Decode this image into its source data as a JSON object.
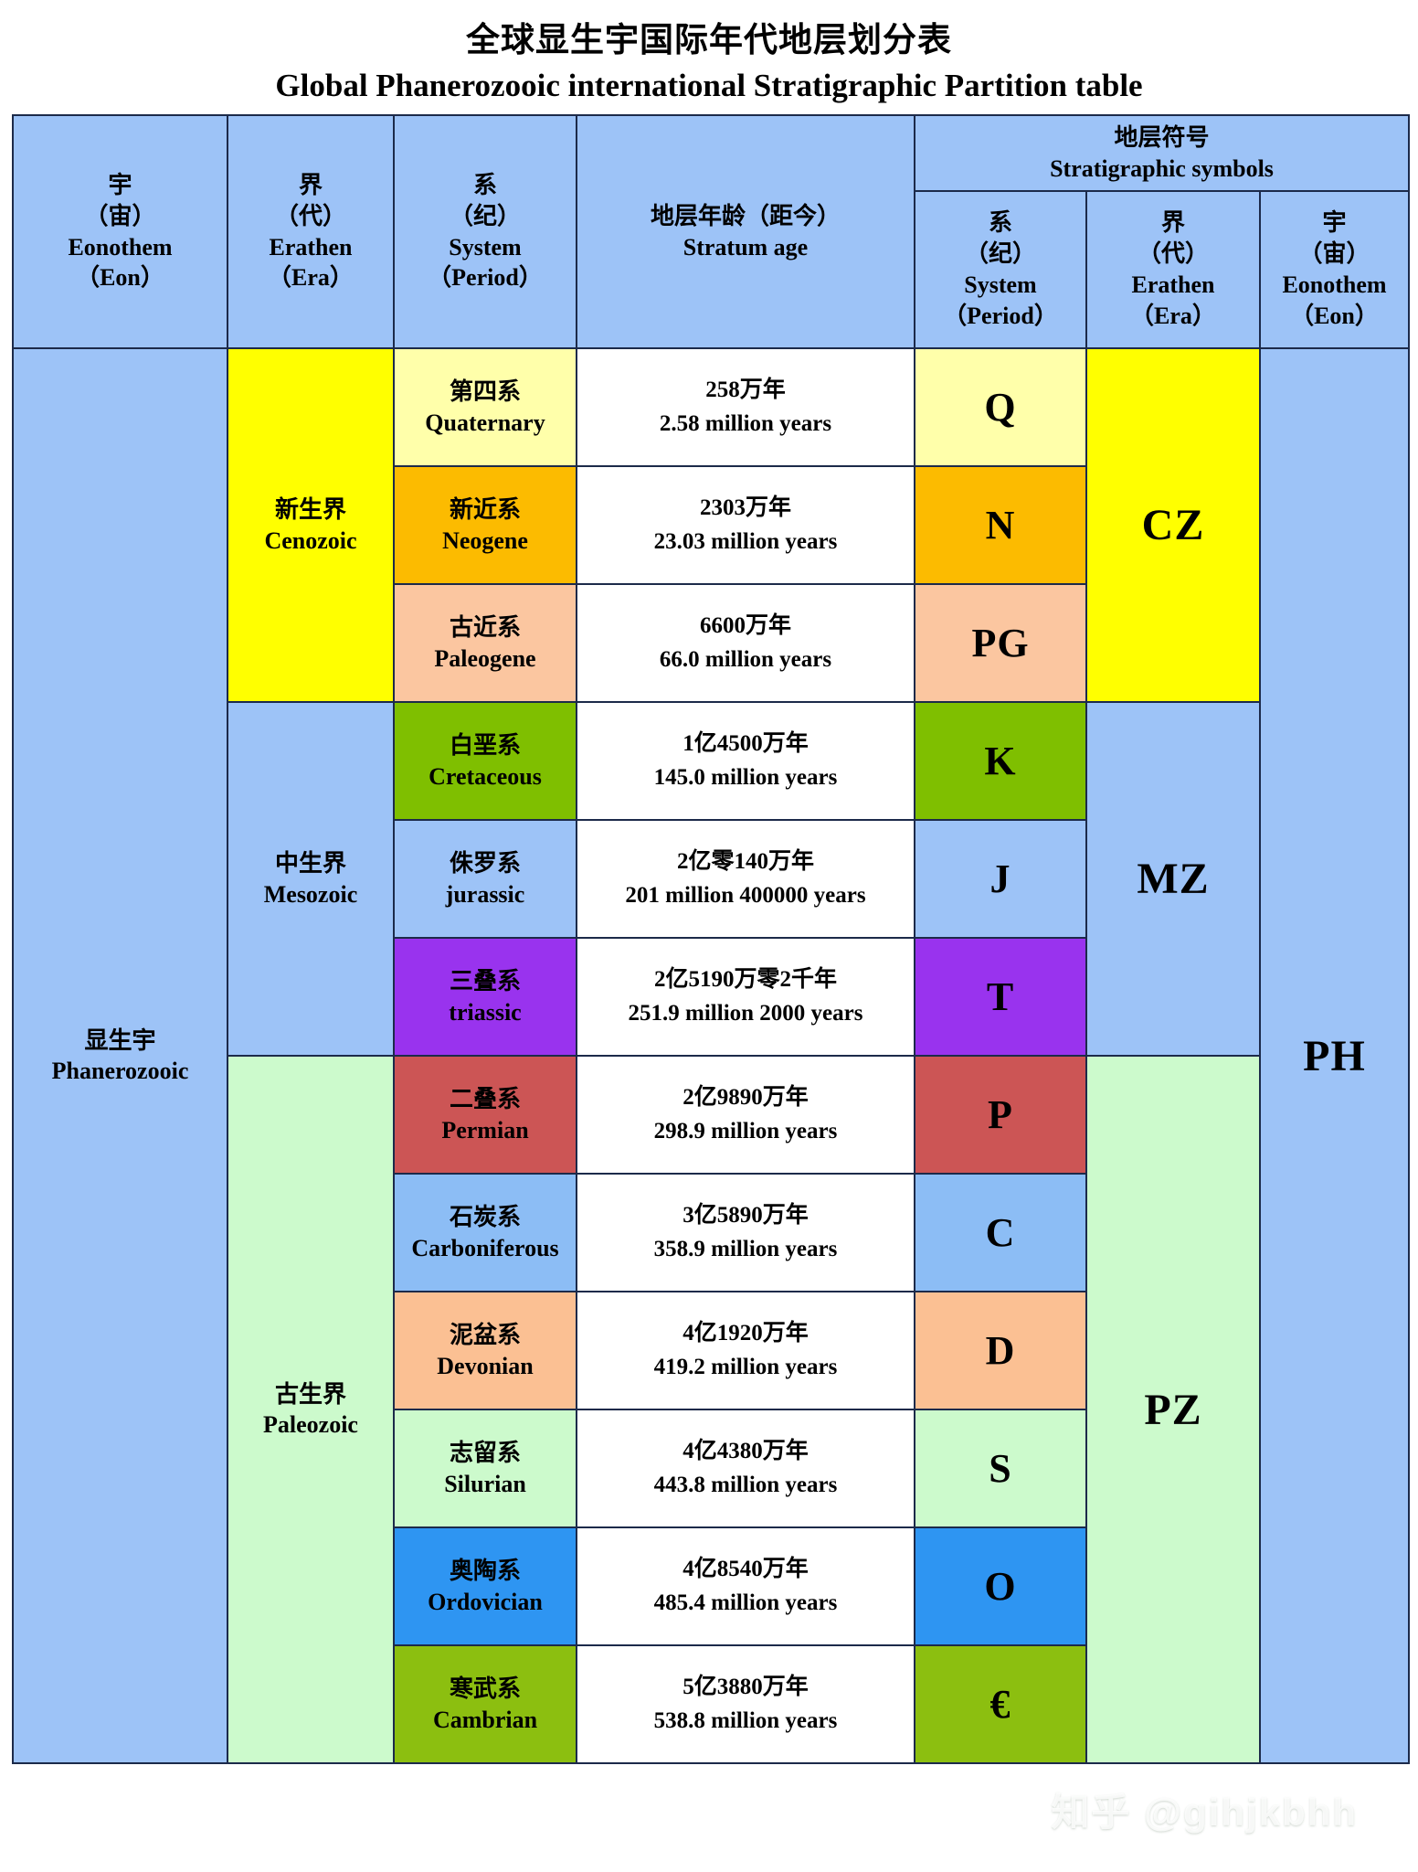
{
  "title": {
    "cn": "全球显生宇国际年代地层划分表",
    "en": "Global Phanerozooic international Stratigraphic Partition table"
  },
  "header": {
    "eonothem": {
      "cn": "宇",
      "cn_alt": "（宙）",
      "en": "Eonothem",
      "en_alt": "（Eon）"
    },
    "erathen": {
      "cn": "界",
      "cn_alt": "（代）",
      "en": "Erathen",
      "en_alt": "（Era）"
    },
    "system": {
      "cn": "系",
      "cn_alt": "（纪）",
      "en": "System",
      "en_alt": "（Period）"
    },
    "stratum_age": {
      "cn": "地层年龄（距今）",
      "en": "Stratum age"
    },
    "symbols_group": {
      "cn": "地层符号",
      "en": "Stratigraphic symbols"
    },
    "sym_system": {
      "cn": "系",
      "cn_alt": "（纪）",
      "en": "System",
      "en_alt": "（Period）"
    },
    "sym_erathen": {
      "cn": "界",
      "cn_alt": "（代）",
      "en": "Erathen",
      "en_alt": "（Era）"
    },
    "sym_eonothem": {
      "cn": "宇",
      "cn_alt": "（宙）",
      "en": "Eonothem",
      "en_alt": "（Eon）"
    }
  },
  "eon": {
    "cn": "显生宇",
    "en": "Phanerozooic",
    "symbol": "PH",
    "color": "#9dc3f7",
    "symbol_color": "#9dc3f7"
  },
  "eras": [
    {
      "cn": "新生界",
      "en": "Cenozoic",
      "symbol": "CZ",
      "color": "#ffff00",
      "symbol_color": "#ffff00",
      "span": 3
    },
    {
      "cn": "中生界",
      "en": "Mesozoic",
      "symbol": "MZ",
      "color": "#9dc3f7",
      "symbol_color": "#9dc3f7",
      "span": 3
    },
    {
      "cn": "古生界",
      "en": "Paleozoic",
      "symbol": "PZ",
      "color": "#ccfacc",
      "symbol_color": "#ccfacc",
      "span": 6
    }
  ],
  "systems": [
    {
      "cn": "第四系",
      "en": "Quaternary",
      "age_cn": "258万年",
      "age_en": "2.58 million years",
      "symbol": "Q",
      "color": "#ffffaa",
      "symbol_color": "#ffffaa"
    },
    {
      "cn": "新近系",
      "en": "Neogene",
      "age_cn": "2303万年",
      "age_en": "23.03 million years",
      "symbol": "N",
      "color": "#fcbb00",
      "symbol_color": "#fcbb00"
    },
    {
      "cn": "古近系",
      "en": "Paleogene",
      "age_cn": "6600万年",
      "age_en": "66.0 million years",
      "symbol": "PG",
      "color": "#fbc6a0",
      "symbol_color": "#fbc6a0"
    },
    {
      "cn": "白垩系",
      "en": "Cretaceous",
      "age_cn": "1亿4500万年",
      "age_en": "145.0 million years",
      "symbol": "K",
      "color": "#7fbf00",
      "symbol_color": "#7fbf00"
    },
    {
      "cn": "侏罗系",
      "en": "jurassic",
      "age_cn": "2亿零140万年",
      "age_en": "201 million 400000 years",
      "symbol": "J",
      "color": "#9dc3f7",
      "symbol_color": "#9dc3f7"
    },
    {
      "cn": "三叠系",
      "en": "triassic",
      "age_cn": "2亿5190万零2千年",
      "age_en": "251.9 million 2000 years",
      "symbol": "T",
      "color": "#9933ee",
      "symbol_color": "#9933ee"
    },
    {
      "cn": "二叠系",
      "en": "Permian",
      "age_cn": "2亿9890万年",
      "age_en": "298.9 million years",
      "symbol": "P",
      "color": "#cc5555",
      "symbol_color": "#cc5555"
    },
    {
      "cn": "石炭系",
      "en": "Carboniferous",
      "age_cn": "3亿5890万年",
      "age_en": "358.9 million years",
      "symbol": "C",
      "color": "#8cbdf5",
      "symbol_color": "#8cbdf5"
    },
    {
      "cn": "泥盆系",
      "en": "Devonian",
      "age_cn": "4亿1920万年",
      "age_en": "419.2 million years",
      "symbol": "D",
      "color": "#fbc093",
      "symbol_color": "#fbc093"
    },
    {
      "cn": "志留系",
      "en": "Silurian",
      "age_cn": "4亿4380万年",
      "age_en": "443.8 million years",
      "symbol": "S",
      "color": "#ccfacc",
      "symbol_color": "#ccfacc"
    },
    {
      "cn": "奥陶系",
      "en": "Ordovician",
      "age_cn": "4亿8540万年",
      "age_en": "485.4 million years",
      "symbol": "O",
      "color": "#2e95f2",
      "symbol_color": "#2e95f2"
    },
    {
      "cn": "寒武系",
      "en": "Cambrian",
      "age_cn": "5亿3880万年",
      "age_en": "538.8 million years",
      "symbol": "€",
      "color": "#8cbf10",
      "symbol_color": "#8cbf10"
    }
  ],
  "watermark": "知乎 @gihjkbhh"
}
